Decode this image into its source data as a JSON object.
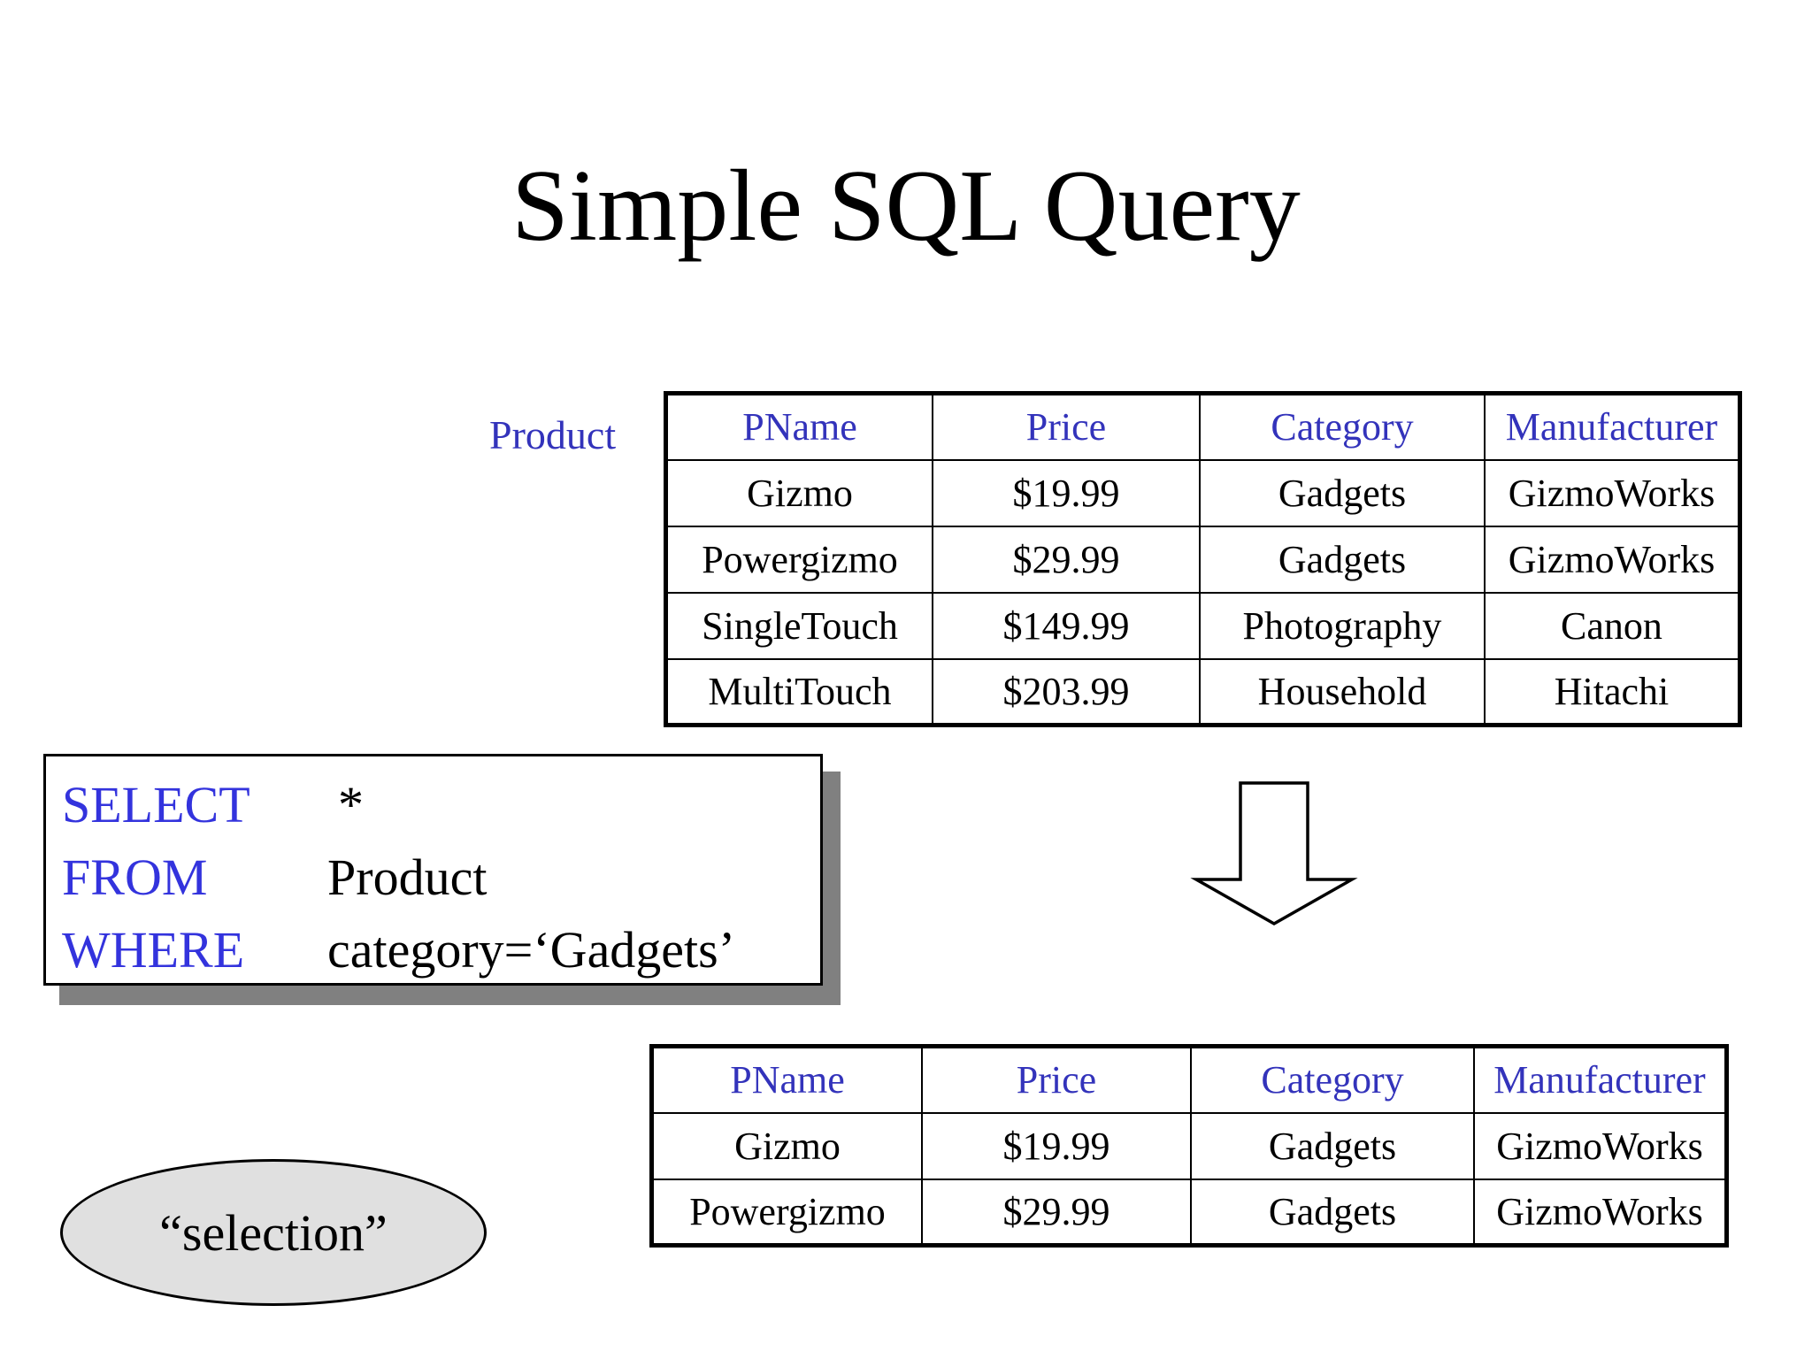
{
  "slide": {
    "title": "Simple SQL Query",
    "background_color": "#FFFFFF",
    "accent_blue": "#3333BB",
    "keyword_blue": "#3333DD",
    "ellipse_fill": "#E0E0E0",
    "shadow_color": "#808080"
  },
  "relation_label": "Product",
  "product_table": {
    "name": "Product",
    "columns": [
      "PName",
      "Price",
      "Category",
      "Manufacturer"
    ],
    "rows": [
      [
        "Gizmo",
        "$19.99",
        "Gadgets",
        "GizmoWorks"
      ],
      [
        "Powergizmo",
        "$29.99",
        "Gadgets",
        "GizmoWorks"
      ],
      [
        "SingleTouch",
        "$149.99",
        "Photography",
        "Canon"
      ],
      [
        "MultiTouch",
        "$203.99",
        "Household",
        "Hitachi"
      ]
    ]
  },
  "sql_query": {
    "lines": [
      {
        "keyword": "SELECT",
        "value": "*"
      },
      {
        "keyword": "FROM",
        "value": "Product"
      },
      {
        "keyword": "WHERE",
        "value": "category=‘Gadgets’"
      }
    ]
  },
  "arrow": {
    "direction": "down",
    "icon": "arrow-down-outline"
  },
  "result_table": {
    "columns": [
      "PName",
      "Price",
      "Category",
      "Manufacturer"
    ],
    "rows": [
      [
        "Gizmo",
        "$19.99",
        "Gadgets",
        "GizmoWorks"
      ],
      [
        "Powergizmo",
        "$29.99",
        "Gadgets",
        "GizmoWorks"
      ]
    ]
  },
  "annotation": {
    "label": "“selection”"
  }
}
